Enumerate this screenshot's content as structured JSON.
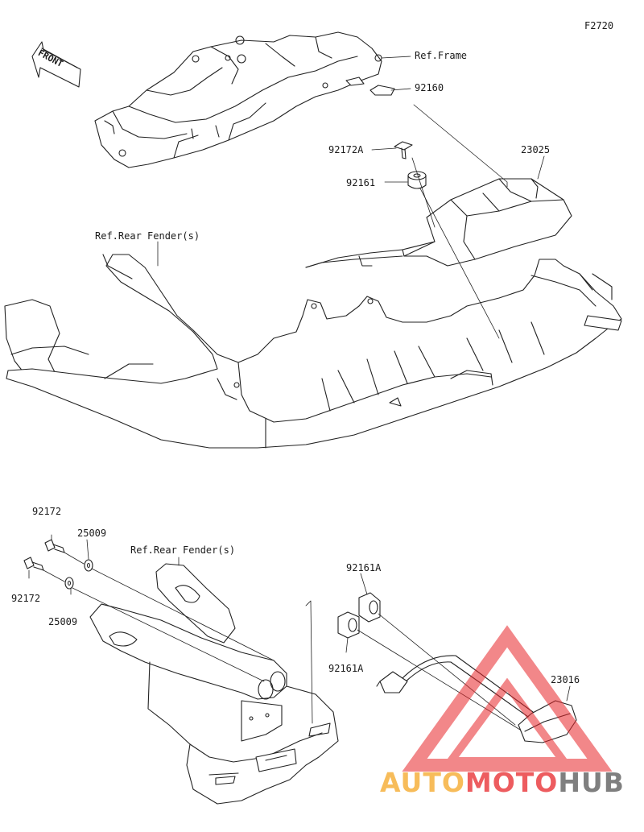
{
  "diagram_code": "F2720",
  "front_label": "FRONT",
  "labels": {
    "ref_frame": "Ref.Frame",
    "p92160": "92160",
    "p92172A": "92172A",
    "p23025": "23025",
    "p92161": "92161",
    "ref_rear_fender_1": "Ref.Rear Fender(s)",
    "p92172_top": "92172",
    "p25009_top": "25009",
    "ref_rear_fender_2": "Ref.Rear Fender(s)",
    "p92172_bottom": "92172",
    "p25009_bottom": "25009",
    "p92161A_top": "92161A",
    "p92161A_bottom": "92161A",
    "p23016": "23016"
  },
  "watermark": {
    "part1": "AUTO",
    "part2": "MOTO",
    "part3": "HUB",
    "color_orange": "#f5a623",
    "color_red": "#e8262a",
    "color_gray": "#555555"
  }
}
